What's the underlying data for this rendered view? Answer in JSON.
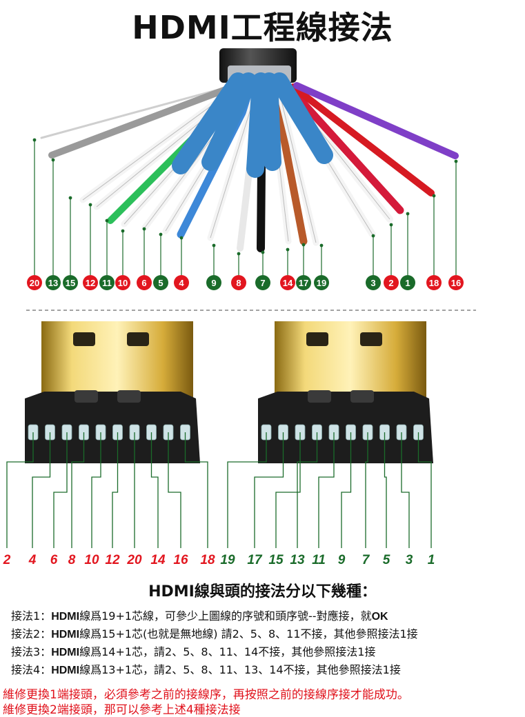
{
  "title": "HDMI工程線接法",
  "wire_badges": [
    {
      "n": "20",
      "color": "red"
    },
    {
      "n": "13",
      "color": "green"
    },
    {
      "n": "15",
      "color": "green"
    },
    {
      "n": "12",
      "color": "red"
    },
    {
      "n": "11",
      "color": "green"
    },
    {
      "n": "10",
      "color": "red"
    },
    {
      "n": "6",
      "color": "red"
    },
    {
      "n": "5",
      "color": "green"
    },
    {
      "n": "4",
      "color": "red"
    },
    {
      "n": "9",
      "color": "green"
    },
    {
      "n": "8",
      "color": "red"
    },
    {
      "n": "7",
      "color": "green"
    },
    {
      "n": "14",
      "color": "red"
    },
    {
      "n": "17",
      "color": "green"
    },
    {
      "n": "19",
      "color": "green"
    },
    {
      "n": "3",
      "color": "green"
    },
    {
      "n": "2",
      "color": "red"
    },
    {
      "n": "1",
      "color": "green"
    },
    {
      "n": "18",
      "color": "red"
    },
    {
      "n": "16",
      "color": "red"
    }
  ],
  "pins_even": [
    "2",
    "4",
    "6",
    "8",
    "10",
    "12",
    "20",
    "14",
    "16",
    "18"
  ],
  "pins_odd": [
    "19",
    "17",
    "15",
    "13",
    "11",
    "9",
    "7",
    "5",
    "3",
    "1"
  ],
  "colors": {
    "red": "#e2161f",
    "green": "#1a6b2a",
    "gold": "#c9a22c",
    "shield": "#3a86c8"
  },
  "subtitle": "HDMI線與頭的接法分以下幾種：",
  "methods": [
    {
      "prefix": "接法1：",
      "brand": "HDMI",
      "text": "線爲19+1芯線，可參少上圖線的序號和頭序號--對應接，就",
      "tail": "OK"
    },
    {
      "prefix": "接法2：",
      "brand": "HDMI",
      "text": "線爲15+1芯(也就是無地線) 請2、5、8、11不接，其他參照接法1接",
      "tail": ""
    },
    {
      "prefix": "接法3：",
      "brand": "HDMI",
      "text": "線爲14+1芯，請2、5、8、11、14不接，其他參照接法1接",
      "tail": ""
    },
    {
      "prefix": "接法4：",
      "brand": "HDMI",
      "text": "線爲13+1芯，請2、5、8、11、13、14不接，其他參照接法1接",
      "tail": ""
    }
  ],
  "notes": [
    "維修更換1端接頭，必須參考之前的接線序，再按照之前的接線序接才能成功。",
    "維修更換2端接頭，那可以參考上述4種接法接"
  ]
}
